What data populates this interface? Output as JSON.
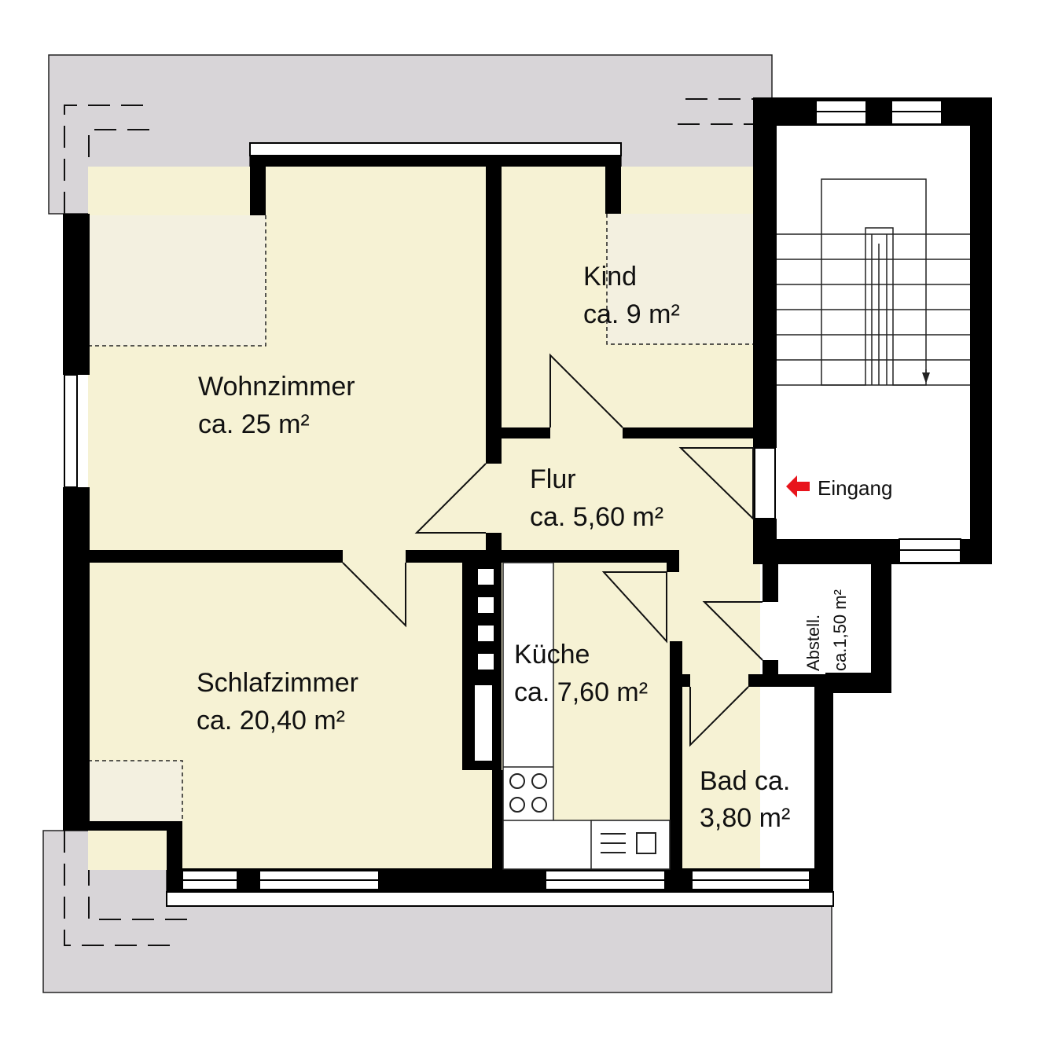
{
  "colors": {
    "wall": "#000000",
    "floor": "#f6f2d4",
    "balcony": "#d8d5d8",
    "built_in": "#f3f0e0",
    "arrow": "#e8141c",
    "white": "#ffffff"
  },
  "rooms": {
    "wohnzimmer": {
      "name": "Wohnzimmer",
      "area": "ca. 25 m²"
    },
    "kind": {
      "name": "Kind",
      "area": "ca. 9 m²"
    },
    "flur": {
      "name": "Flur",
      "area": "ca. 5,60 m²"
    },
    "schlafzimmer": {
      "name": "Schlafzimmer",
      "area": "ca. 20,40 m²"
    },
    "kueche": {
      "name": "Küche",
      "area": "ca. 7,60 m²"
    },
    "bad": {
      "name": "Bad ca.",
      "area": "3,80 m²"
    },
    "abstell": {
      "name": "Abstell.",
      "area": "ca.1,50 m²"
    }
  },
  "entrance": {
    "label": "Eingang",
    "icon": "arrow-left-icon"
  }
}
